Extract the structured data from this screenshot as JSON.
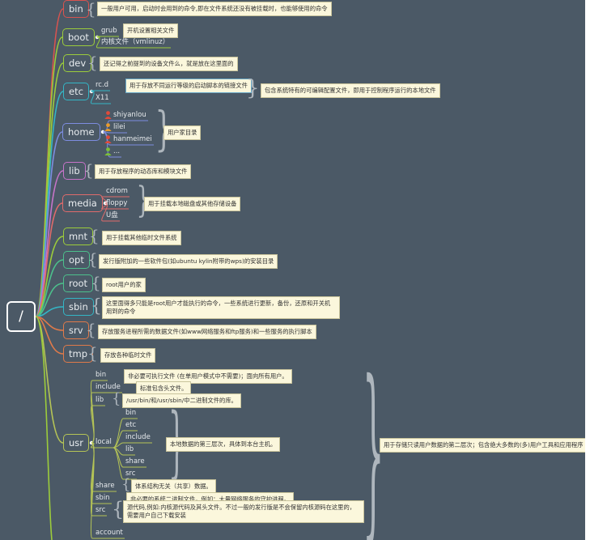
{
  "root": "/",
  "nodes": {
    "bin": {
      "label": "bin",
      "color": "#d9534f",
      "note": "一般用户可用，启动时会用到的命令,即在文件系统还没有被挂载时，也能够使用的命令"
    },
    "boot": {
      "label": "boot",
      "color": "#9ccc3b",
      "children": [
        "grub",
        "内核文件（vmlinuz）"
      ],
      "note_grub": "开机设置相关文件"
    },
    "dev": {
      "label": "dev",
      "color": "#9ccc3b",
      "note": "还记得之前提到的设备文件么，就是放在这里面的"
    },
    "etc": {
      "label": "etc",
      "color": "#34b6c6",
      "children": [
        "rc.d",
        "X11"
      ],
      "note_rcd": "用于存放不同运行等级的启动脚本的链接文件",
      "note": "包含系统特有的可编辑配置文件，即用于控制程序运行的本地文件"
    },
    "home": {
      "label": "home",
      "color": "#7d8de0",
      "children": [
        "shiyanlou",
        "lilei",
        "hanmeimei",
        "..."
      ],
      "note": "用户家目录"
    },
    "lib": {
      "label": "lib",
      "color": "#c774c9",
      "note": "用于存放程序的动态库和模块文件"
    },
    "media": {
      "label": "media",
      "color": "#e06b6b",
      "children": [
        "cdrom",
        "floppy",
        "U盘"
      ],
      "note": "用于挂载本地磁盘或其他存储设备"
    },
    "mnt": {
      "label": "mnt",
      "color": "#9ccc3b",
      "note": "用于挂载其他临时文件系统"
    },
    "opt": {
      "label": "opt",
      "color": "#4cc08c",
      "note": "发行版附加的一些软件包(如ubuntu kylin附带的wps)的安装目录"
    },
    "rootdir": {
      "label": "root",
      "color": "#4cc08c",
      "note": "root用户的家"
    },
    "sbin": {
      "label": "sbin",
      "color": "#34b6c6",
      "note": "这里面得多只能是root用户才能执行的命令，一些系统进行更新，备份，还原和开关机用到的命令"
    },
    "srv": {
      "label": "srv",
      "color": "#e07a4a",
      "note": "存放服务进程所需的数据文件(如www网络服务和ftp服务)和一些服务的执行脚本"
    },
    "tmp": {
      "label": "tmp",
      "color": "#e07a4a",
      "note": "存放各种临时文件"
    },
    "usr": {
      "label": "usr",
      "color": "#b5c456",
      "note": "用于存储只读用户数据的第二层次；包含绝大多数的(多)用户工具和应用程序",
      "children": {
        "bin": "bin",
        "bin_note": "非必要可执行文件 (在单用户模式中不需要)；面向所有用户。",
        "include": "include",
        "include_note": "标准包含头文件。",
        "lib": "lib",
        "lib_note": "/usr/bin/和/usr/sbin/中二进制文件的库。",
        "local": "local",
        "local_children": [
          "bin",
          "etc",
          "include",
          "lib",
          "share",
          "src"
        ],
        "local_note": "本地数据的第三层次，具体到本台主机。",
        "share": "share",
        "share_note": "体系结构无关（共享）数据。",
        "sbin": "sbin",
        "sbin_note": "非必要的系统二进制文件，例如：大量网络服务的守护进程。",
        "src": "src",
        "src_note": "源代码,例如:内核源代码及其头文件。不过一般的发行版是不会保留内核源码在这里的，需要用户自己下载安装",
        "account": "account"
      }
    }
  },
  "colors": {
    "background": "#4b5966",
    "note_bg": "#fbf7dc",
    "wire": "#cfd6dc"
  }
}
